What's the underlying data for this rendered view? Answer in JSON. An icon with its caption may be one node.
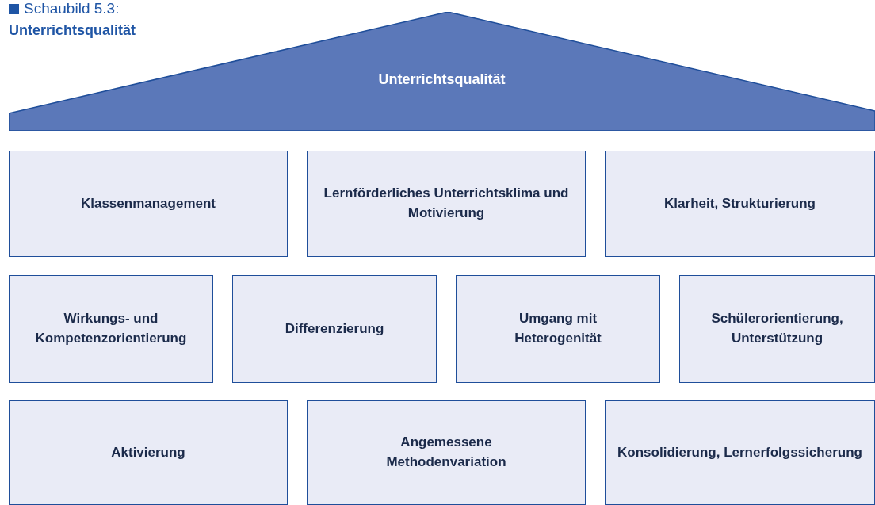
{
  "diagram": {
    "title": "Unterrichtsqualität",
    "labels": [
      "Schaubild 5.3:"
    ],
    "nodes": [
      {
        "text": [
          "Unterrichtsqualität"
        ]
      },
      {
        "text": [
          "Klassenmanagement"
        ]
      },
      {
        "text": [
          "Lernförderliches Unterrichtsklima und Motivierung"
        ]
      },
      {
        "text": [
          "Klarheit, Strukturierung"
        ]
      },
      {
        "text": [
          "Wirkungs- und Kompetenzorientierung"
        ]
      },
      {
        "text": [
          "Differenzierung"
        ]
      },
      {
        "text": [
          "Umgang mit Heterogenität"
        ]
      },
      {
        "text": [
          "Schülerorientierung, Unterstützung"
        ]
      },
      {
        "text": [
          "Aktivierung"
        ]
      },
      {
        "text": [
          "Angemessene Methodenvariation"
        ]
      },
      {
        "text": [
          "Konsolidierung, Lernerfolgssicherung"
        ]
      }
    ]
  }
}
